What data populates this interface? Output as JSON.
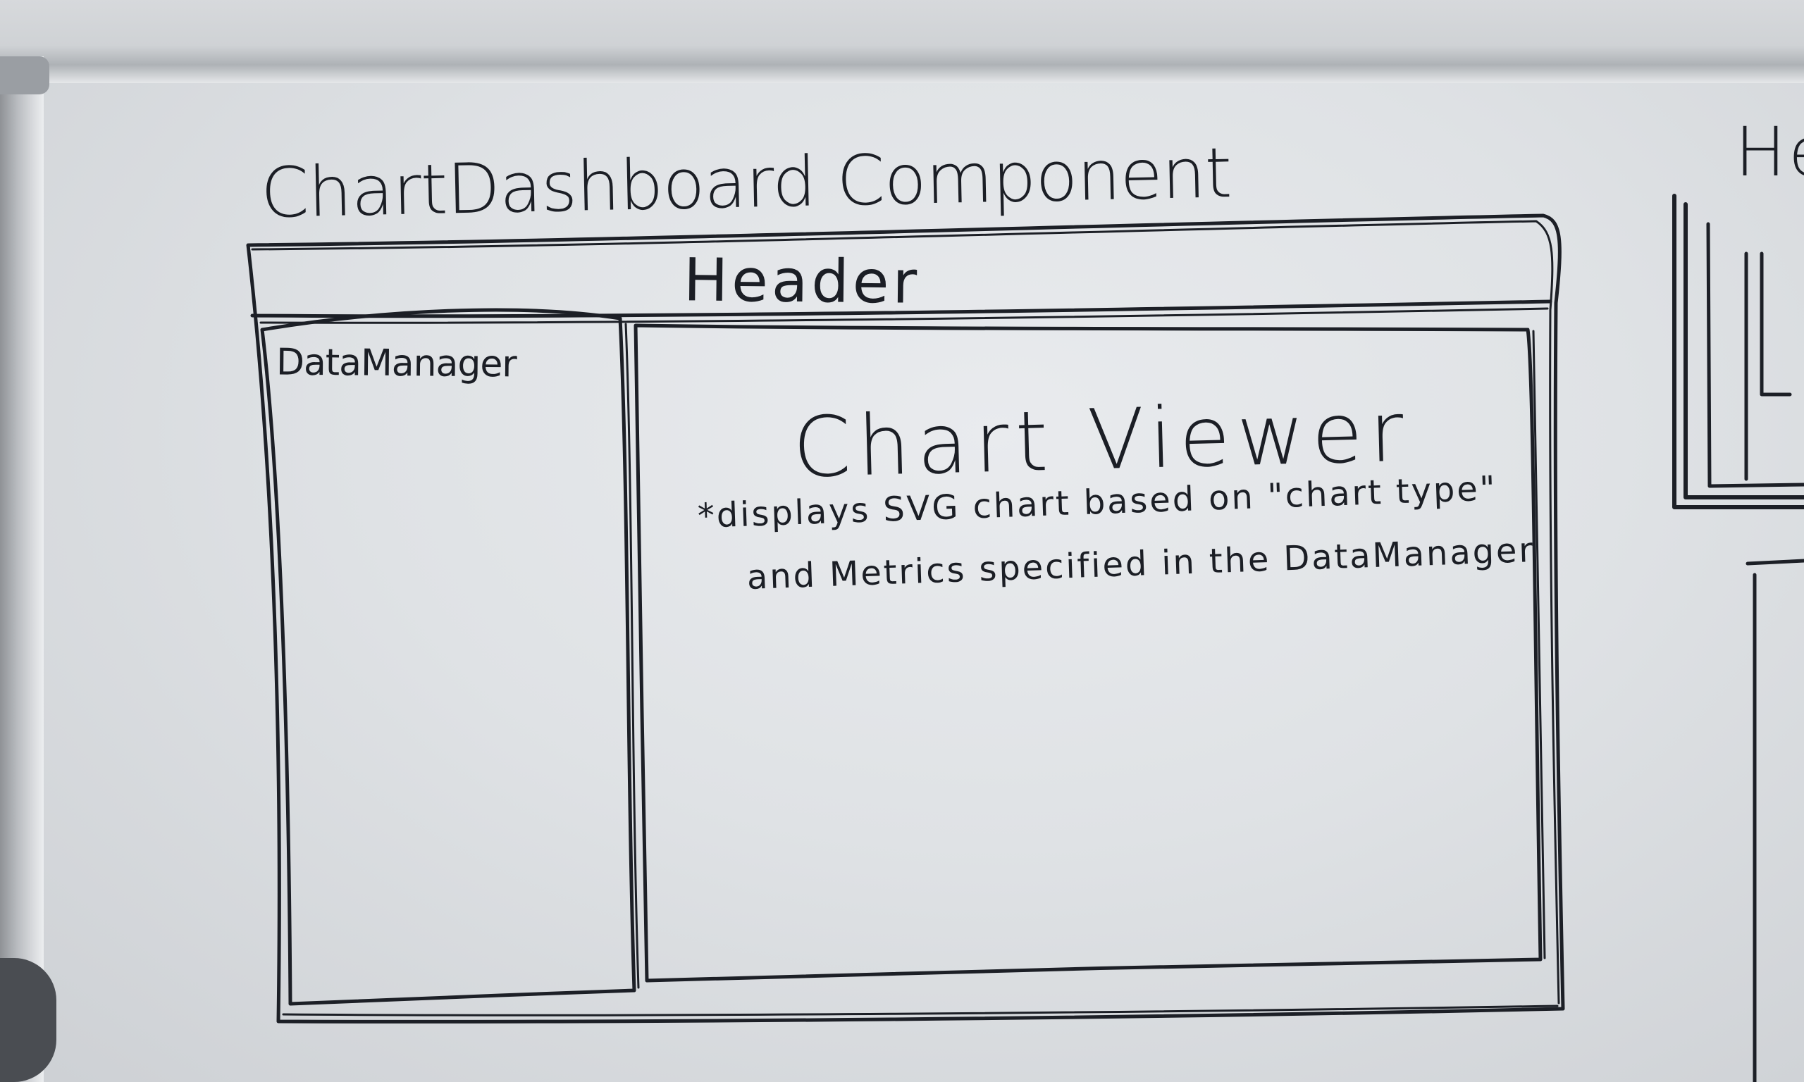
{
  "whiteboard": {
    "title": "ChartDashboard Component",
    "side_partial_label": "He",
    "sketch": {
      "header": {
        "label": "Header"
      },
      "data_manager": {
        "label": "DataManager"
      },
      "chart_viewer": {
        "title": "Chart Viewer",
        "note_line1": "*displays SVG chart based on \"chart type\"",
        "note_line2": "and Metrics specified in the DataManager"
      }
    }
  }
}
